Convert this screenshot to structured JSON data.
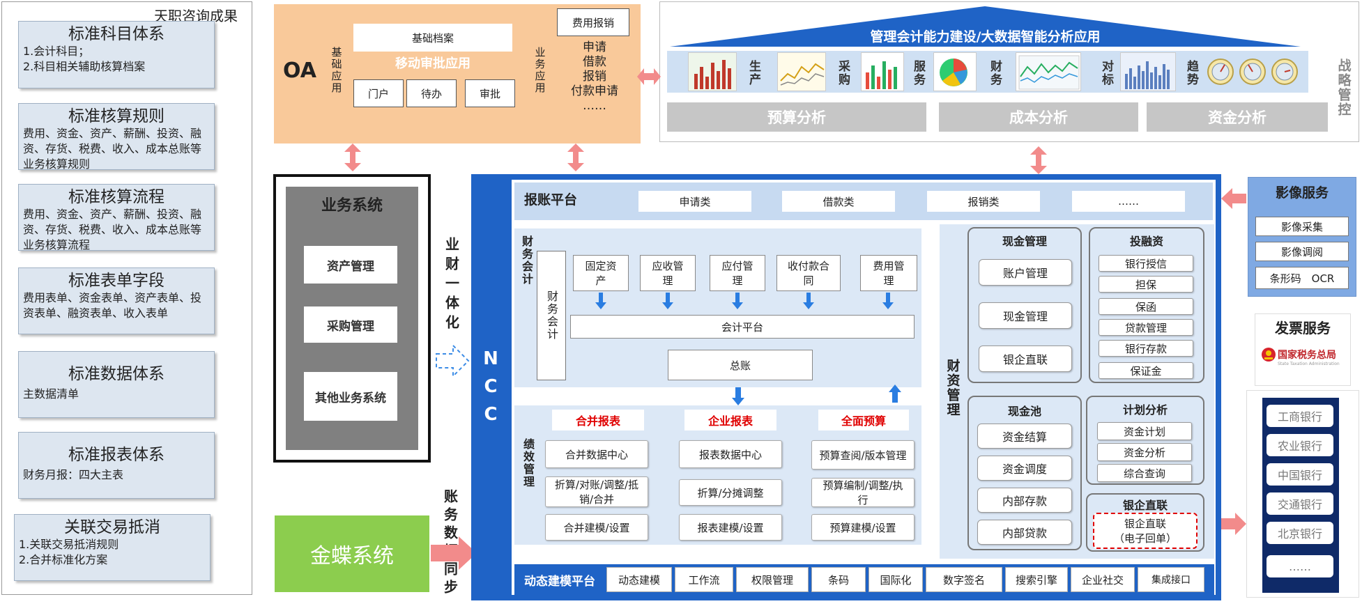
{
  "left_panel": {
    "title": "天职咨询成果",
    "cards": [
      {
        "title": "标准科目体系",
        "body": "1.会计科目；\n2.科目相关辅助核算档案"
      },
      {
        "title": "标准核算规则",
        "body": "费用、资金、资产、薪酬、投资、融资、存货、税费、收入、成本总账等业务核算规则"
      },
      {
        "title": "标准核算流程",
        "body": "费用、资金、资产、薪酬、投资、融资、存货、税费、收入、成本总账等业务核算流程"
      },
      {
        "title": "标准表单字段",
        "body": "费用表单、资金表单、资产表单、投资表单、融资表单、收入表单"
      },
      {
        "title": "标准数据体系",
        "body": "主数据清单"
      },
      {
        "title": "标准报表体系",
        "body": "财务月报：四大主表"
      },
      {
        "title": "关联交易抵消",
        "body": "1.关联交易抵消规则\n2.合并标准化方案"
      }
    ]
  },
  "oa": {
    "label": "OA",
    "side_left": "基础应用",
    "archive": "基础档案",
    "mobile": "移动审批应用",
    "buttons": [
      "门户",
      "待办",
      "审批"
    ],
    "side_right": "业务应用",
    "expense": "费用报销",
    "apps": "申请\n借款\n报销\n付款申请\n……"
  },
  "mgmt": {
    "banner": "管理会计能力建设/大数据智能分析应用",
    "strip_labels": [
      "生产",
      "采购",
      "服务",
      "财务",
      "对标",
      "趋势"
    ],
    "side": "战略管控",
    "bars": [
      "预算分析",
      "成本分析",
      "资金分析"
    ]
  },
  "biz_system": {
    "title": "业务系统",
    "items": [
      "资产管理",
      "采购管理",
      "其他业务系统"
    ]
  },
  "integration_label": "业财一体化",
  "sync_label": "账务数据同步",
  "kingdee": "金蝶系统",
  "ncc": {
    "label": "NCC",
    "expense_platform": {
      "title": "报账平台",
      "items": [
        "申请类",
        "借款类",
        "报销类",
        "……"
      ]
    },
    "finance_accounting": {
      "side": "财务会计",
      "inner": "财务会计",
      "modules": [
        "固定资产",
        "应收管理",
        "应付管理",
        "收付款合同",
        "费用管理"
      ],
      "platform": "会计平台",
      "ledger": "总账"
    },
    "performance": {
      "side": "绩效管理",
      "columns": [
        {
          "title": "合并报表",
          "items": [
            "合并数据中心",
            "折算/对账/调整/抵销/合并",
            "合并建模/设置"
          ]
        },
        {
          "title": "企业报表",
          "items": [
            "报表数据中心",
            "折算/分摊调整",
            "报表建模/设置"
          ]
        },
        {
          "title": "全面预算",
          "items": [
            "预算查阅/版本管理",
            "预算编制/调整/执行",
            "预算建模/设置"
          ]
        }
      ]
    },
    "treasury": {
      "side": "财资管理",
      "cash_mgmt": {
        "title": "现金管理",
        "items": [
          "账户管理",
          "现金管理",
          "银企直联"
        ]
      },
      "investment": {
        "title": "投融资",
        "items": [
          "银行授信",
          "担保",
          "保函",
          "贷款管理",
          "银行存款",
          "保证金"
        ]
      },
      "cash_pool": {
        "title": "现金池",
        "items": [
          "资金结算",
          "资金调度",
          "内部存款",
          "内部贷款"
        ]
      },
      "plan": {
        "title": "计划分析",
        "items": [
          "资金计划",
          "资金分析",
          "综合查询"
        ]
      },
      "bank_direct": {
        "title": "银企直联",
        "item": "银企直联\n（电子回单）"
      }
    },
    "dynamic": {
      "title": "动态建模平台",
      "items": [
        "动态建模",
        "工作流",
        "权限管理",
        "条码",
        "国际化",
        "数字签名",
        "搜索引擎",
        "企业社交",
        "集成接口"
      ]
    }
  },
  "image_service": {
    "title": "影像服务",
    "items": [
      "影像采集",
      "影像调阅",
      "条形码　OCR"
    ]
  },
  "invoice_service": {
    "title": "发票服务",
    "logo_text": "国家税务总局",
    "logo_sub": "State Taxation Administration"
  },
  "banks": [
    "工商银行",
    "农业银行",
    "中国银行",
    "交通银行",
    "北京银行",
    "……"
  ],
  "colors": {
    "oa_bg": "#f9c99a",
    "ncc_blue": "#1f63c6",
    "green": "#8ccd4e",
    "light_blue": "#dce8f6",
    "red": "#e00000",
    "arrow_pink": "#f28b8b"
  }
}
